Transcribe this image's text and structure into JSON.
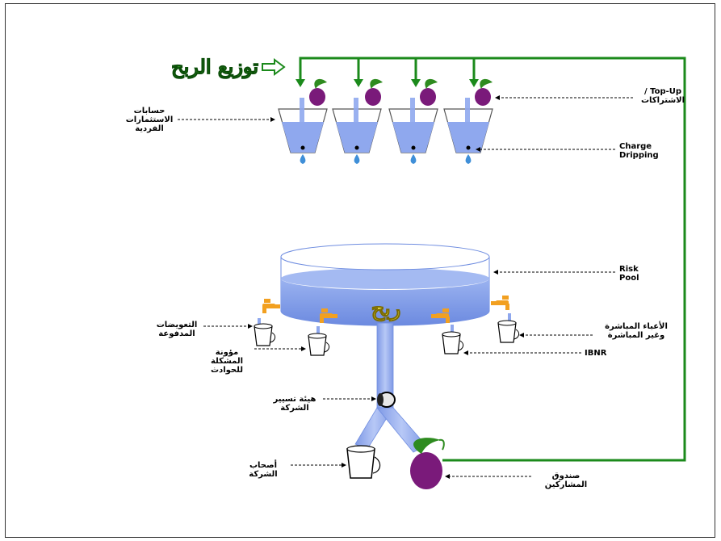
{
  "title": "توزيع الربح",
  "pool_word": "ربح",
  "labels": {
    "individual_accounts": "حسابات الاستثمارات الفردية",
    "topup": "Top-Up /الاشتراكات",
    "charge_dripping": "Charge Dripping",
    "risk_pool": "Risk Pool",
    "claims_paid": "التعويضات المدفوعة",
    "claims_reserve": "مؤونة المشكلة للحوادث",
    "direct_indirect_costs": "الأعباء المباشرة وغير المباشرة",
    "ibnr": "IBNR",
    "management_body": "هيئة تسيير الشركة",
    "shareholders": "أصحاب الشركة",
    "participants_fund": "صندوق المشاركين"
  },
  "colors": {
    "green_line": "#1b8a1b",
    "water": "#8fa8ee",
    "water_dark": "#6f8de0",
    "fruit": "#7a1a7a",
    "leaf": "#2e8b1f",
    "tap": "#f2a020",
    "title": "#2e8b1f"
  }
}
